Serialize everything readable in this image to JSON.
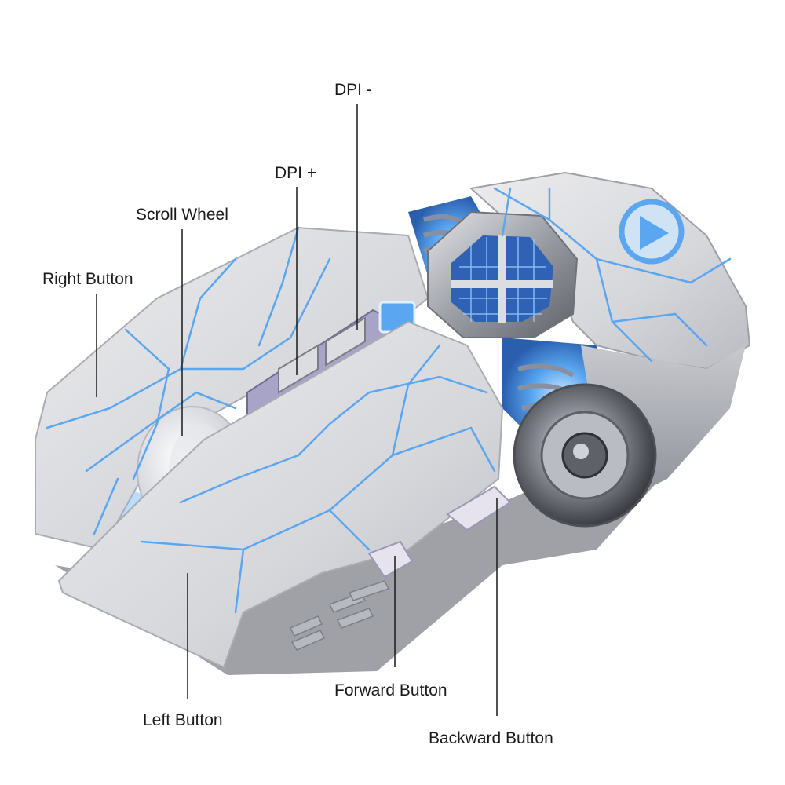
{
  "diagram": {
    "callouts": {
      "dpi_minus": "DPI -",
      "dpi_plus": "DPI +",
      "scroll_wheel": "Scroll Wheel",
      "right_button": "Right Button",
      "forward_button": "Forward Button",
      "left_button": "Left Button",
      "backward_button": "Backward Button"
    },
    "colors": {
      "shell": "#d9d9dc",
      "shell_dark": "#a9acb4",
      "accent_glow": "#5aa6f0",
      "glow_light": "#9cd0ff",
      "metal": "#8c8f96",
      "leader_line": "#1a1a1a"
    }
  }
}
